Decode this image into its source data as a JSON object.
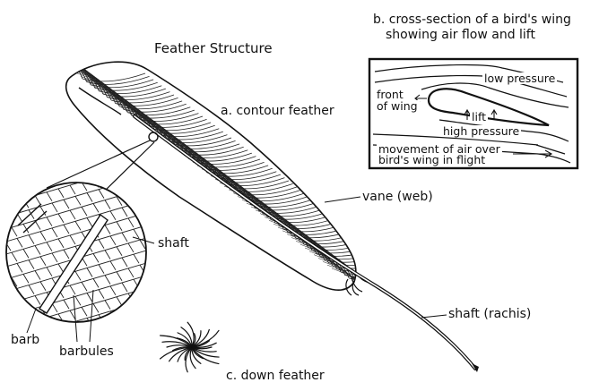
{
  "diagram": {
    "title": "Feather Structure",
    "contour_label": "a. contour feather",
    "down_label": "c. down feather",
    "vane_label": "vane (web)",
    "shaft_rachis_label": "shaft (rachis)",
    "magnified": {
      "shaft_label": "shaft",
      "barb_label": "barb",
      "barbules_label": "barbules"
    },
    "wing_section": {
      "title_line1": "b. cross-section of a bird's wing",
      "title_line2": "showing air flow and lift",
      "low_pressure": "low pressure",
      "front_line1": "front",
      "front_line2": "of wing",
      "lift": "lift",
      "high_pressure": "high pressure",
      "movement_line1": "movement of air over",
      "movement_line2": "bird's wing in flight"
    }
  }
}
